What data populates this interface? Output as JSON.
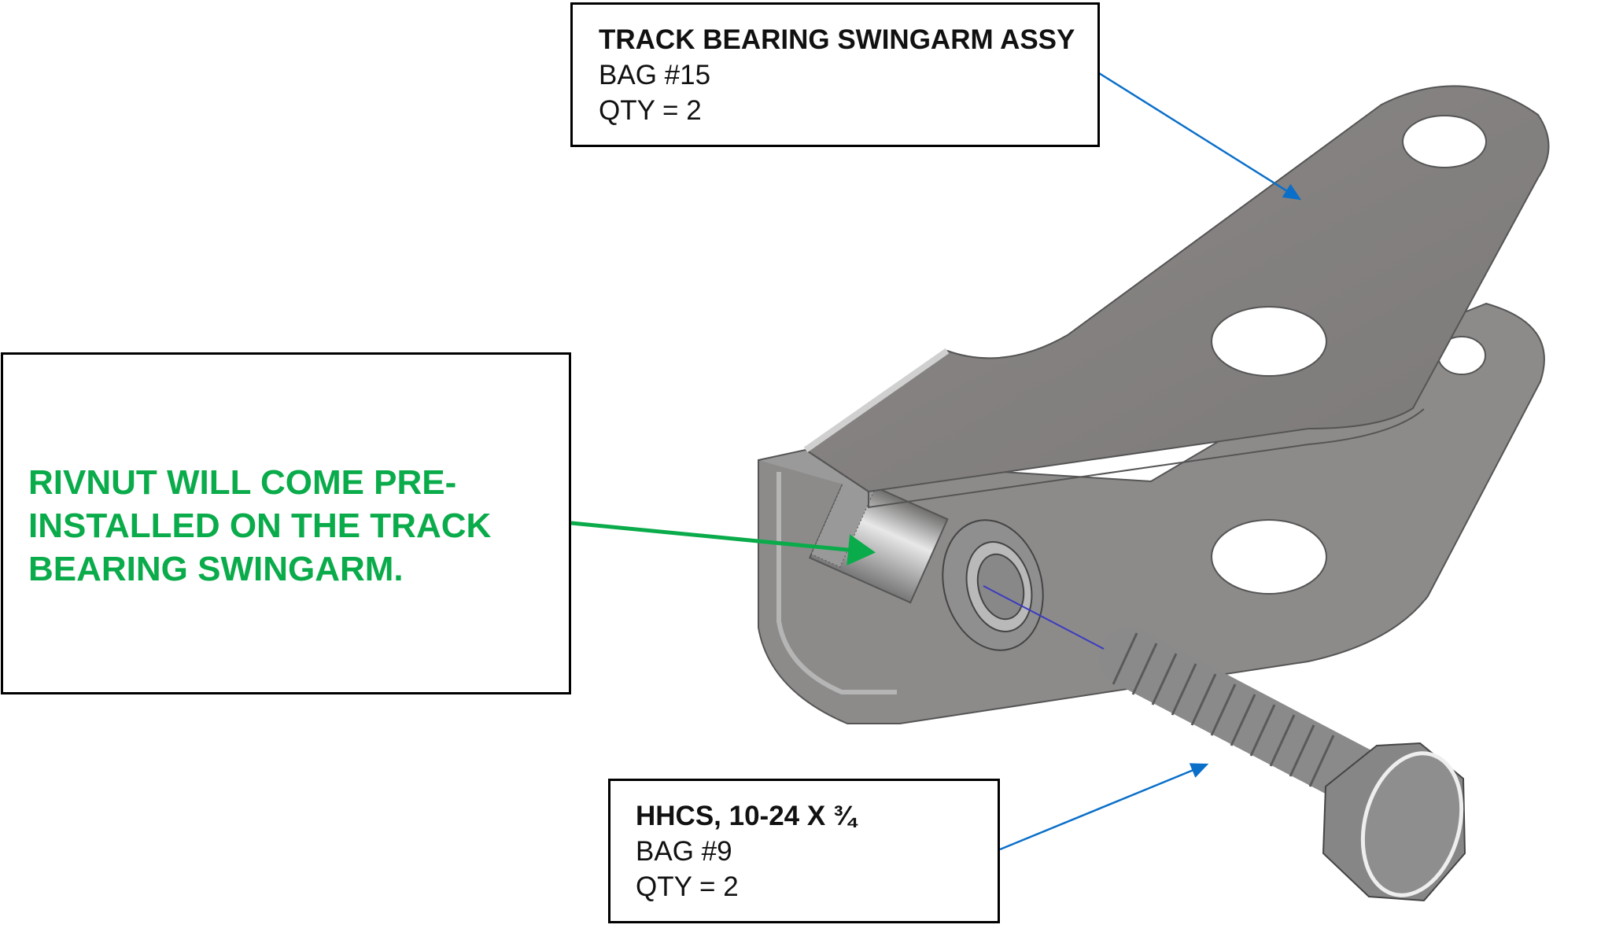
{
  "callouts": {
    "assembly": {
      "title": "TRACK BEARING SWINGARM ASSY",
      "bag": "BAG #15",
      "qty": "QTY = 2",
      "leader_color": "#0a6fc9"
    },
    "note": {
      "lines": [
        "RIVNUT WILL COME PRE-",
        "INSTALLED ON THE TRACK",
        "BEARING SWINGARM."
      ],
      "color": "#0aab4a"
    },
    "bolt": {
      "title": "HHCS, 10-24 X ¾",
      "bag": "BAG #9",
      "qty": "QTY = 2",
      "leader_color": "#0a6fc9"
    }
  }
}
